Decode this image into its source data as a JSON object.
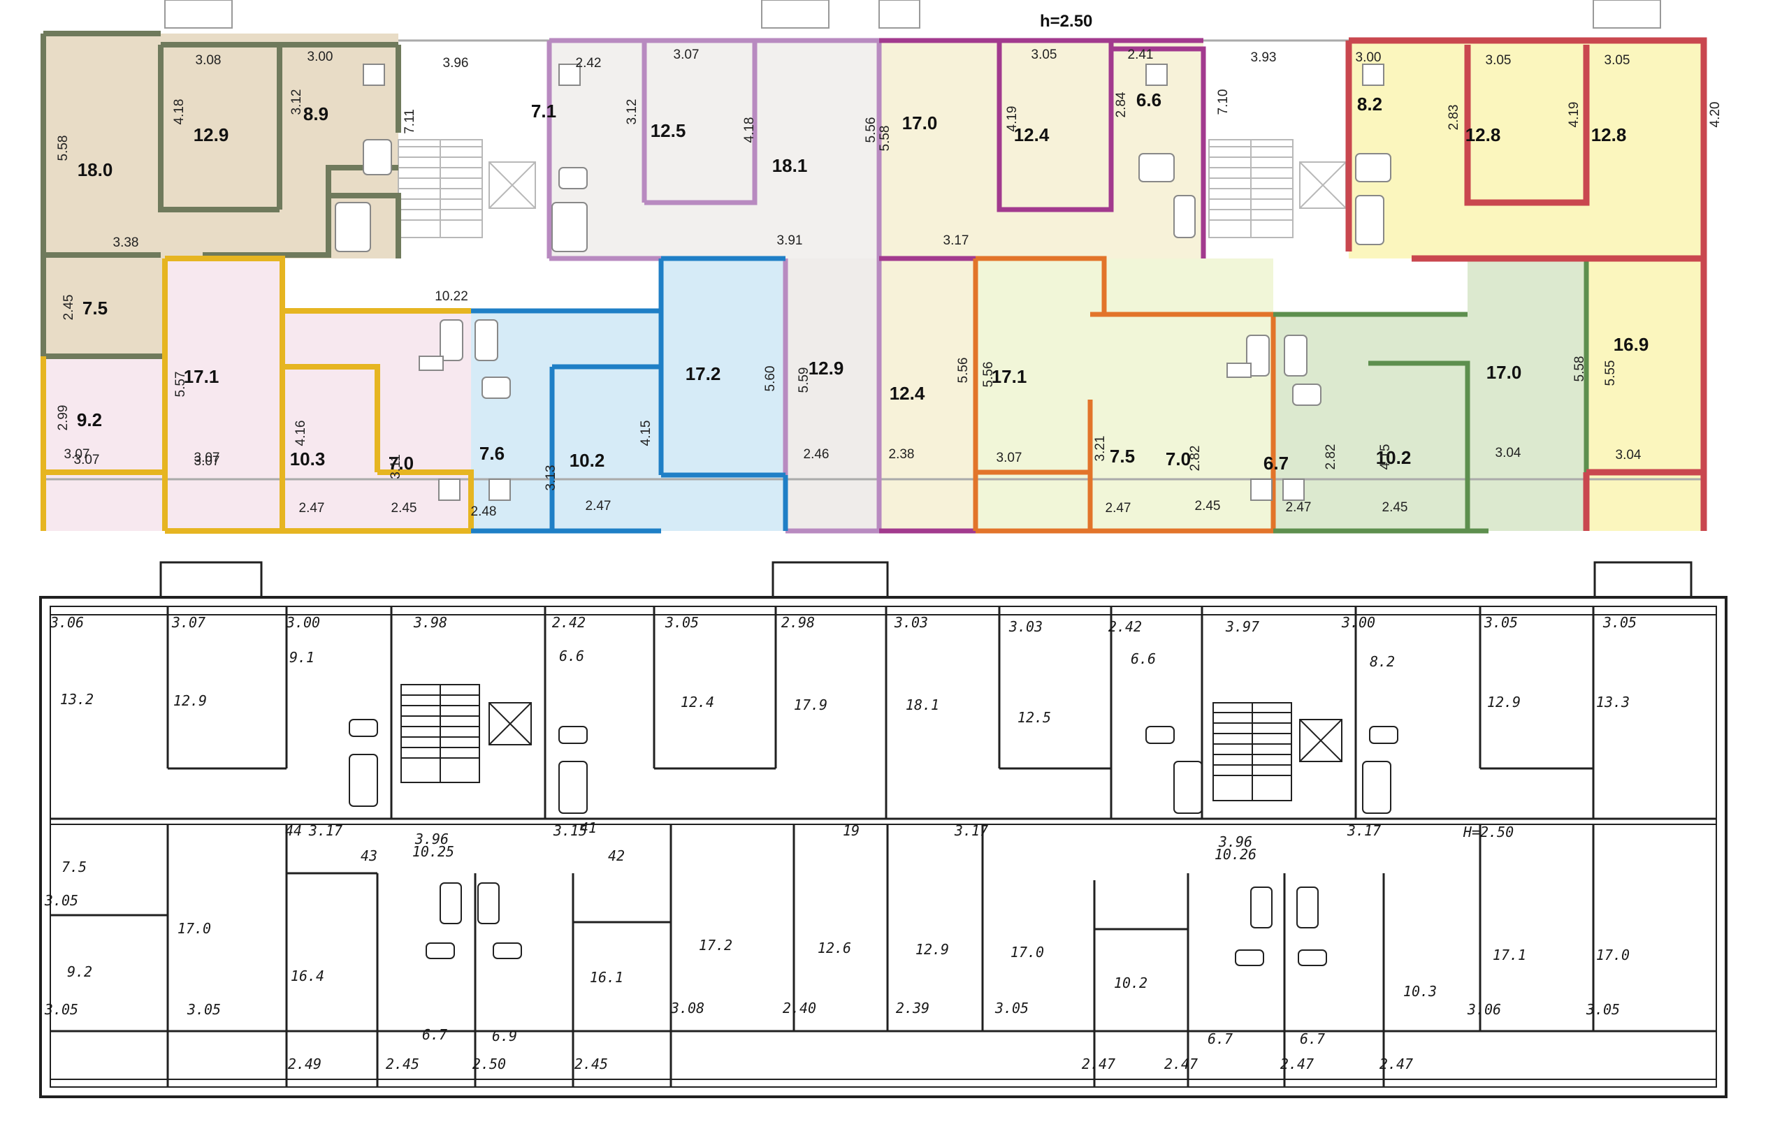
{
  "colors": {
    "tan": "#e8dcc6",
    "tan_wall": "#6f7a5c",
    "pink": "#f7e8ef",
    "pink_wall": "#e6b521",
    "lilac_wall": "#b88ac0",
    "lilac": "#f2f0ee",
    "blue": "#d6ebf7",
    "blue_wall": "#1f7fc6",
    "grey": "#efecea",
    "purple_wall": "#a23a8e",
    "cream": "#f7f2d9",
    "orange_wall": "#e2742a",
    "lime": "#f1f6d8",
    "green": "#dce9cf",
    "green_wall": "#5d8f4e",
    "yellow": "#fbf6be",
    "red_wall": "#c9474f",
    "sketch_line": "#202020"
  },
  "plan": {
    "height_label": "h=2.50",
    "areas": [
      {
        "v": "18.0"
      },
      {
        "v": "12.9"
      },
      {
        "v": "8.9"
      },
      {
        "v": "7.1"
      },
      {
        "v": "12.5"
      },
      {
        "v": "18.1"
      },
      {
        "v": "17.0"
      },
      {
        "v": "12.4"
      },
      {
        "v": "6.6"
      },
      {
        "v": "8.2"
      },
      {
        "v": "12.8"
      },
      {
        "v": "12.8"
      },
      {
        "v": "7.5"
      },
      {
        "v": "17.1"
      },
      {
        "v": "9.2"
      },
      {
        "v": "10.3"
      },
      {
        "v": "7.0"
      },
      {
        "v": "7.6"
      },
      {
        "v": "10.2"
      },
      {
        "v": "17.2"
      },
      {
        "v": "12.9"
      },
      {
        "v": "12.4"
      },
      {
        "v": "17.1"
      },
      {
        "v": "7.5"
      },
      {
        "v": "7.0"
      },
      {
        "v": "6.7"
      },
      {
        "v": "10.2"
      },
      {
        "v": "17.0"
      },
      {
        "v": "16.9"
      }
    ],
    "dims": [
      {
        "v": "3.08"
      },
      {
        "v": "3.00"
      },
      {
        "v": "3.96"
      },
      {
        "v": "2.42"
      },
      {
        "v": "3.07"
      },
      {
        "v": "3.05"
      },
      {
        "v": "2.41"
      },
      {
        "v": "3.93"
      },
      {
        "v": "3.00"
      },
      {
        "v": "3.05"
      },
      {
        "v": "3.05"
      },
      {
        "v": "3.38"
      },
      {
        "v": "3.91"
      },
      {
        "v": "3.17"
      },
      {
        "v": "10.22"
      },
      {
        "v": "3.07"
      },
      {
        "v": "3.07"
      },
      {
        "v": "3.07"
      },
      {
        "v": "3.07"
      },
      {
        "v": "2.46"
      },
      {
        "v": "2.38"
      },
      {
        "v": "3.07"
      },
      {
        "v": "3.04"
      },
      {
        "v": "3.04"
      },
      {
        "v": "2.47"
      },
      {
        "v": "2.45"
      },
      {
        "v": "2.48"
      },
      {
        "v": "2.47"
      },
      {
        "v": "2.47"
      },
      {
        "v": "2.45"
      },
      {
        "v": "2.47"
      },
      {
        "v": "2.45"
      }
    ],
    "vdims": [
      {
        "v": "5.58"
      },
      {
        "v": "4.18"
      },
      {
        "v": "3.12"
      },
      {
        "v": "7.11"
      },
      {
        "v": "3.12"
      },
      {
        "v": "4.18"
      },
      {
        "v": "5.56"
      },
      {
        "v": "5.58"
      },
      {
        "v": "4.19"
      },
      {
        "v": "2.84"
      },
      {
        "v": "7.10"
      },
      {
        "v": "2.83"
      },
      {
        "v": "4.19"
      },
      {
        "v": "4.20"
      },
      {
        "v": "2.45"
      },
      {
        "v": "5.57"
      },
      {
        "v": "2.99"
      },
      {
        "v": "4.16"
      },
      {
        "v": "3.11"
      },
      {
        "v": "3.13"
      },
      {
        "v": "4.15"
      },
      {
        "v": "5.60"
      },
      {
        "v": "5.59"
      },
      {
        "v": "5.56"
      },
      {
        "v": "5.56"
      },
      {
        "v": "3.21"
      },
      {
        "v": "2.82"
      },
      {
        "v": "2.82"
      },
      {
        "v": "4.15"
      },
      {
        "v": "5.58"
      },
      {
        "v": "5.55"
      }
    ]
  },
  "sketch": {
    "labels": [
      {
        "v": "3.06"
      },
      {
        "v": "3.07"
      },
      {
        "v": "3.00"
      },
      {
        "v": "3.98"
      },
      {
        "v": "2.42"
      },
      {
        "v": "3.05"
      },
      {
        "v": "2.98"
      },
      {
        "v": "3.03"
      },
      {
        "v": "3.03"
      },
      {
        "v": "2.42"
      },
      {
        "v": "3.97"
      },
      {
        "v": "3.00"
      },
      {
        "v": "3.05"
      },
      {
        "v": "3.05"
      },
      {
        "v": "3.17"
      },
      {
        "v": "3.96"
      },
      {
        "v": "10.25"
      },
      {
        "v": "3.15"
      },
      {
        "v": "3.17"
      },
      {
        "v": "3.96"
      },
      {
        "v": "10.26"
      },
      {
        "v": "3.17"
      },
      {
        "v": "H=2.50"
      },
      {
        "v": "3.05"
      },
      {
        "v": "3.05"
      },
      {
        "v": "3.05"
      },
      {
        "v": "3.08"
      },
      {
        "v": "2.40"
      },
      {
        "v": "2.39"
      },
      {
        "v": "3.05"
      },
      {
        "v": "3.06"
      },
      {
        "v": "3.05"
      },
      {
        "v": "2.49"
      },
      {
        "v": "2.45"
      },
      {
        "v": "2.50"
      },
      {
        "v": "2.45"
      },
      {
        "v": "2.47"
      },
      {
        "v": "2.47"
      },
      {
        "v": "2.47"
      },
      {
        "v": "2.47"
      },
      {
        "v": "13.2"
      },
      {
        "v": "12.9"
      },
      {
        "v": "9.1"
      },
      {
        "v": "6.6"
      },
      {
        "v": "12.4"
      },
      {
        "v": "17.9"
      },
      {
        "v": "18.1"
      },
      {
        "v": "12.5"
      },
      {
        "v": "6.6"
      },
      {
        "v": "8.2"
      },
      {
        "v": "12.9"
      },
      {
        "v": "13.3"
      },
      {
        "v": "7.5"
      },
      {
        "v": "9.2"
      },
      {
        "v": "17.0"
      },
      {
        "v": "16.4"
      },
      {
        "v": "6.7"
      },
      {
        "v": "6.9"
      },
      {
        "v": "16.1"
      },
      {
        "v": "17.2"
      },
      {
        "v": "12.6"
      },
      {
        "v": "12.9"
      },
      {
        "v": "17.0"
      },
      {
        "v": "10.2"
      },
      {
        "v": "6.7"
      },
      {
        "v": "6.7"
      },
      {
        "v": "10.3"
      },
      {
        "v": "17.1"
      },
      {
        "v": "17.0"
      },
      {
        "v": "44"
      },
      {
        "v": "43"
      },
      {
        "v": "41"
      },
      {
        "v": "42"
      },
      {
        "v": "19"
      }
    ]
  }
}
